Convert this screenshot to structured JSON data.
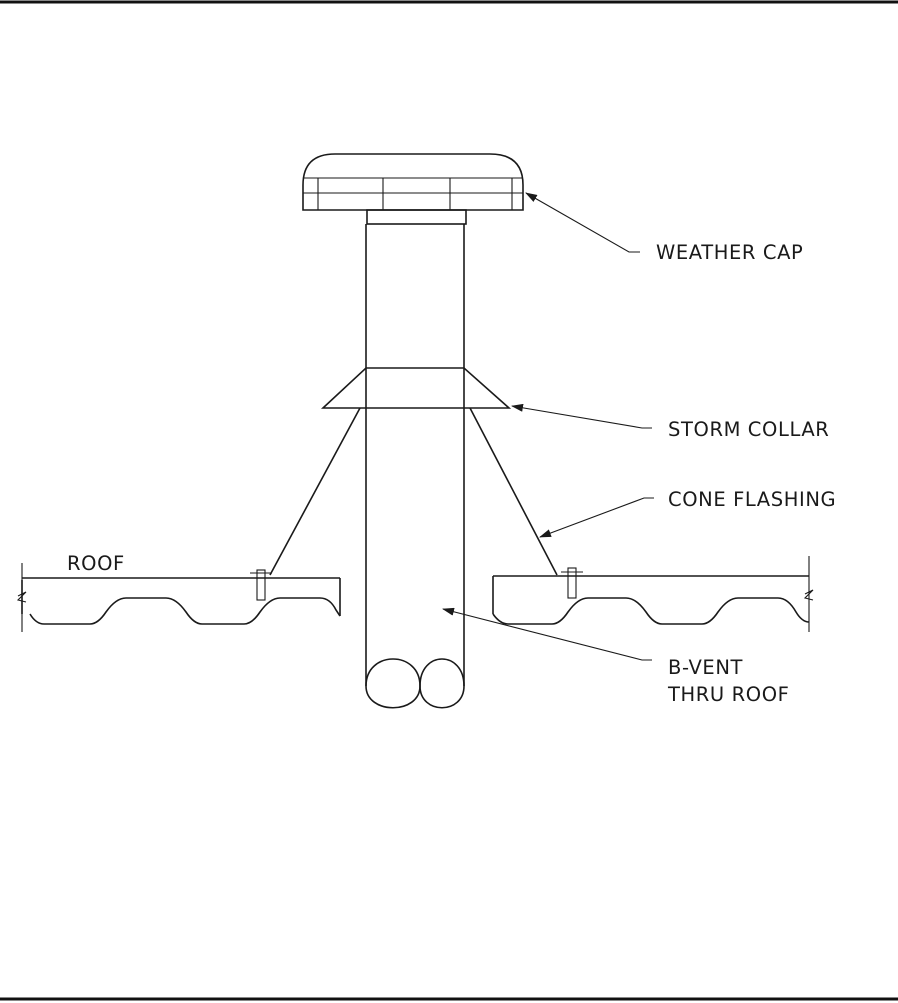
{
  "diagram": {
    "labels": {
      "weather_cap": "WEATHER CAP",
      "storm_collar": "STORM COLLAR",
      "cone_flashing": "CONE FLASHING",
      "b_vent_line1": "B-VENT",
      "b_vent_line2": "THRU ROOF",
      "roof": "ROOF"
    },
    "colors": {
      "line": "#1a1a1a",
      "background": "#ffffff"
    }
  }
}
